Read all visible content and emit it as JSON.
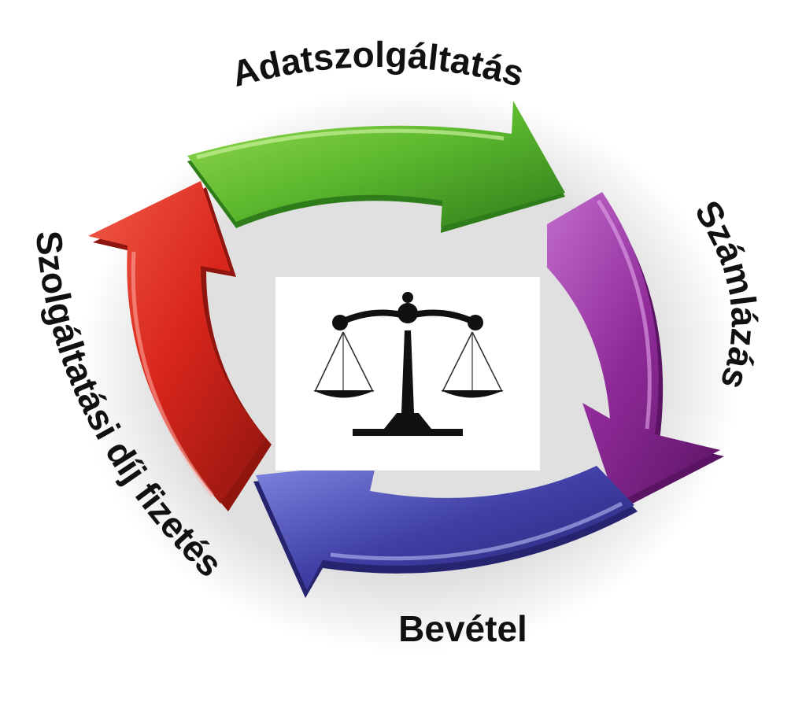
{
  "diagram": {
    "type": "cycle",
    "steps": [
      {
        "label": "Adatszolgáltatás",
        "color": "#5cb82e"
      },
      {
        "label": "Számlázás",
        "color": "#8e2a98"
      },
      {
        "label": "Bevétel",
        "color": "#3f3fa6"
      },
      {
        "label": "Szolgáltatási díj fizetés",
        "color": "#d9261c"
      }
    ],
    "center_icon": "scales-of-justice-icon"
  }
}
